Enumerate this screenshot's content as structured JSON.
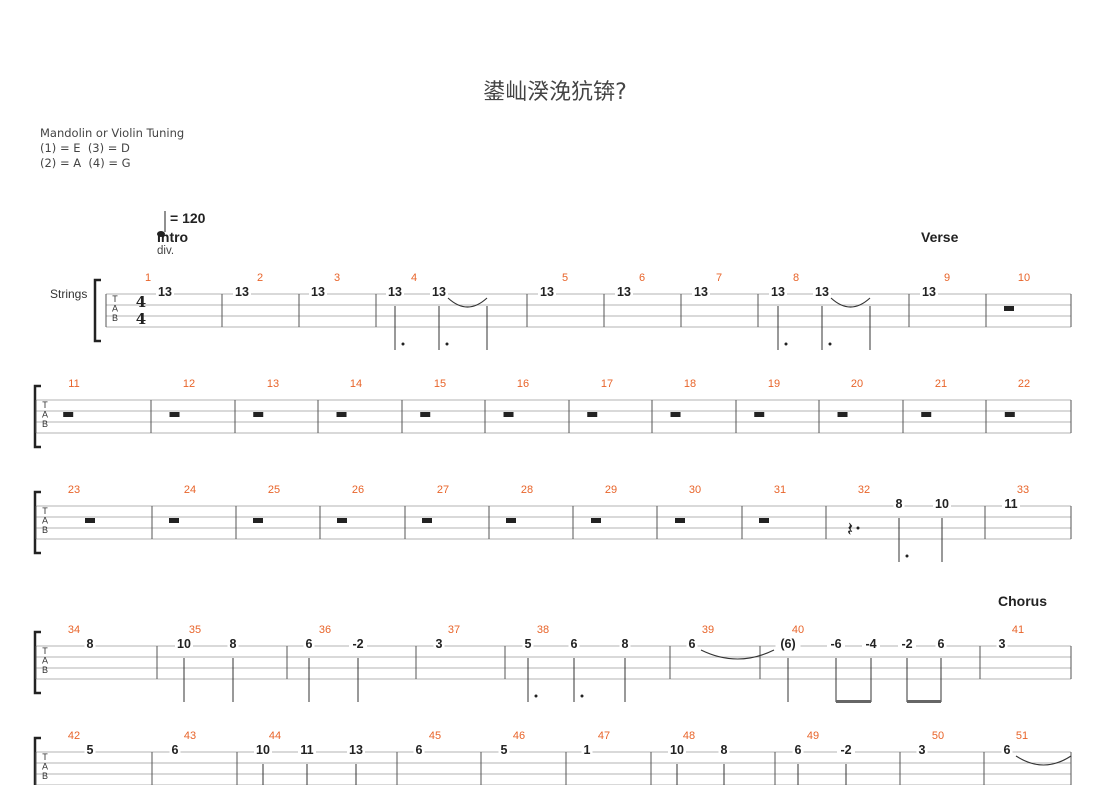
{
  "title": "鍙屾湀浼犺锛?",
  "tuning": {
    "name": "Mandolin or Violin Tuning",
    "line1": "(1) = E  (3) = D",
    "line2": "(2) = A  (4) = G"
  },
  "tempo": "= 120",
  "instrument": "Strings",
  "div_label": "div.",
  "time_signature": "4",
  "tab_letters": [
    "T",
    "A",
    "B"
  ],
  "sections": [
    {
      "label": "Intro",
      "key": "intro"
    },
    {
      "label": "Verse",
      "key": "verse"
    },
    {
      "label": "Chorus",
      "key": "chorus"
    }
  ],
  "colors": {
    "measure_number": "#e8642a",
    "staff_line": "#9a9a9a",
    "text": "#222222"
  },
  "systems": [
    {
      "measures": [
        {
          "n": "1",
          "notes": [
            {
              "t": "13",
              "stem": false
            }
          ]
        },
        {
          "n": "2",
          "notes": [
            {
              "t": "13",
              "stem": false
            }
          ]
        },
        {
          "n": "3",
          "notes": [
            {
              "t": "13",
              "stem": false
            }
          ]
        },
        {
          "n": "4",
          "notes": [
            {
              "t": "13",
              "stem": true,
              "dot": true
            },
            {
              "t": "13",
              "stem": true,
              "dot": true,
              "tie": true
            },
            {
              "t": "",
              "stem": true
            }
          ]
        },
        {
          "n": "5",
          "notes": [
            {
              "t": "13",
              "stem": false
            }
          ]
        },
        {
          "n": "6",
          "notes": [
            {
              "t": "13",
              "stem": false
            }
          ]
        },
        {
          "n": "7",
          "notes": [
            {
              "t": "13",
              "stem": false
            }
          ]
        },
        {
          "n": "8",
          "notes": [
            {
              "t": "13",
              "stem": true,
              "dot": true
            },
            {
              "t": "13",
              "stem": true,
              "dot": true,
              "tie": true
            },
            {
              "t": "",
              "stem": true
            }
          ]
        },
        {
          "n": "9",
          "notes": [
            {
              "t": "13",
              "stem": false
            }
          ]
        },
        {
          "n": "10",
          "rest": true
        }
      ]
    },
    {
      "measures": [
        {
          "n": "11",
          "rest": true
        },
        {
          "n": "12",
          "rest": true
        },
        {
          "n": "13",
          "rest": true
        },
        {
          "n": "14",
          "rest": true
        },
        {
          "n": "15",
          "rest": true
        },
        {
          "n": "16",
          "rest": true
        },
        {
          "n": "17",
          "rest": true
        },
        {
          "n": "18",
          "rest": true
        },
        {
          "n": "19",
          "rest": true
        },
        {
          "n": "20",
          "rest": true
        },
        {
          "n": "21",
          "rest": true
        },
        {
          "n": "22",
          "rest": true
        }
      ]
    },
    {
      "measures": [
        {
          "n": "23",
          "rest": true
        },
        {
          "n": "24",
          "rest": true
        },
        {
          "n": "25",
          "rest": true
        },
        {
          "n": "26",
          "rest": true
        },
        {
          "n": "27",
          "rest": true
        },
        {
          "n": "28",
          "rest": true
        },
        {
          "n": "29",
          "rest": true
        },
        {
          "n": "30",
          "rest": true
        },
        {
          "n": "31",
          "rest": true
        },
        {
          "n": "32",
          "quarter_rest": true,
          "notes": [
            {
              "t": "8",
              "stem": true,
              "dot": true
            },
            {
              "t": "10",
              "stem": true
            }
          ]
        },
        {
          "n": "33",
          "notes": [
            {
              "t": "11",
              "stem": false
            }
          ]
        }
      ]
    },
    {
      "measures": [
        {
          "n": "34",
          "notes": [
            {
              "t": "8",
              "stem": false
            }
          ]
        },
        {
          "n": "35",
          "notes": [
            {
              "t": "10",
              "stem": true
            },
            {
              "t": "8",
              "stem": true
            }
          ]
        },
        {
          "n": "36",
          "notes": [
            {
              "t": "6",
              "stem": true
            },
            {
              "t": "-2",
              "stem": true
            }
          ]
        },
        {
          "n": "37",
          "notes": [
            {
              "t": "3",
              "stem": false
            }
          ]
        },
        {
          "n": "38",
          "notes": [
            {
              "t": "5",
              "stem": true,
              "dot": true
            },
            {
              "t": "6",
              "stem": true,
              "dot": true
            },
            {
              "t": "8",
              "stem": true
            }
          ]
        },
        {
          "n": "39",
          "notes": [
            {
              "t": "6",
              "stem": false,
              "tie": true
            }
          ]
        },
        {
          "n": "40",
          "notes": [
            {
              "t": "(6)",
              "stem": true
            },
            {
              "t": "-6",
              "stem": true,
              "beam": "start"
            },
            {
              "t": "-4",
              "stem": true,
              "beam": "end"
            },
            {
              "t": "-2",
              "stem": true,
              "beam": "start"
            },
            {
              "t": "6",
              "stem": true,
              "beam": "end"
            }
          ]
        },
        {
          "n": "41",
          "notes": [
            {
              "t": "3",
              "stem": false
            }
          ]
        }
      ]
    },
    {
      "measures": [
        {
          "n": "42",
          "notes": [
            {
              "t": "5",
              "stem": false
            }
          ]
        },
        {
          "n": "43",
          "notes": [
            {
              "t": "6",
              "stem": false
            }
          ]
        },
        {
          "n": "44",
          "notes": [
            {
              "t": "10",
              "stem": true
            },
            {
              "t": "11",
              "stem": true
            },
            {
              "t": "13",
              "stem": true
            }
          ]
        },
        {
          "n": "45",
          "notes": [
            {
              "t": "6",
              "stem": false
            }
          ]
        },
        {
          "n": "46",
          "notes": [
            {
              "t": "5",
              "stem": false
            }
          ]
        },
        {
          "n": "47",
          "notes": [
            {
              "t": "1",
              "stem": false
            }
          ]
        },
        {
          "n": "48",
          "notes": [
            {
              "t": "10",
              "stem": true
            },
            {
              "t": "8",
              "stem": true
            }
          ]
        },
        {
          "n": "49",
          "notes": [
            {
              "t": "6",
              "stem": true
            },
            {
              "t": "-2",
              "stem": true
            }
          ]
        },
        {
          "n": "50",
          "notes": [
            {
              "t": "3",
              "stem": false
            }
          ]
        },
        {
          "n": "51",
          "notes": [
            {
              "t": "6",
              "stem": false,
              "tie": true
            }
          ]
        }
      ]
    }
  ]
}
